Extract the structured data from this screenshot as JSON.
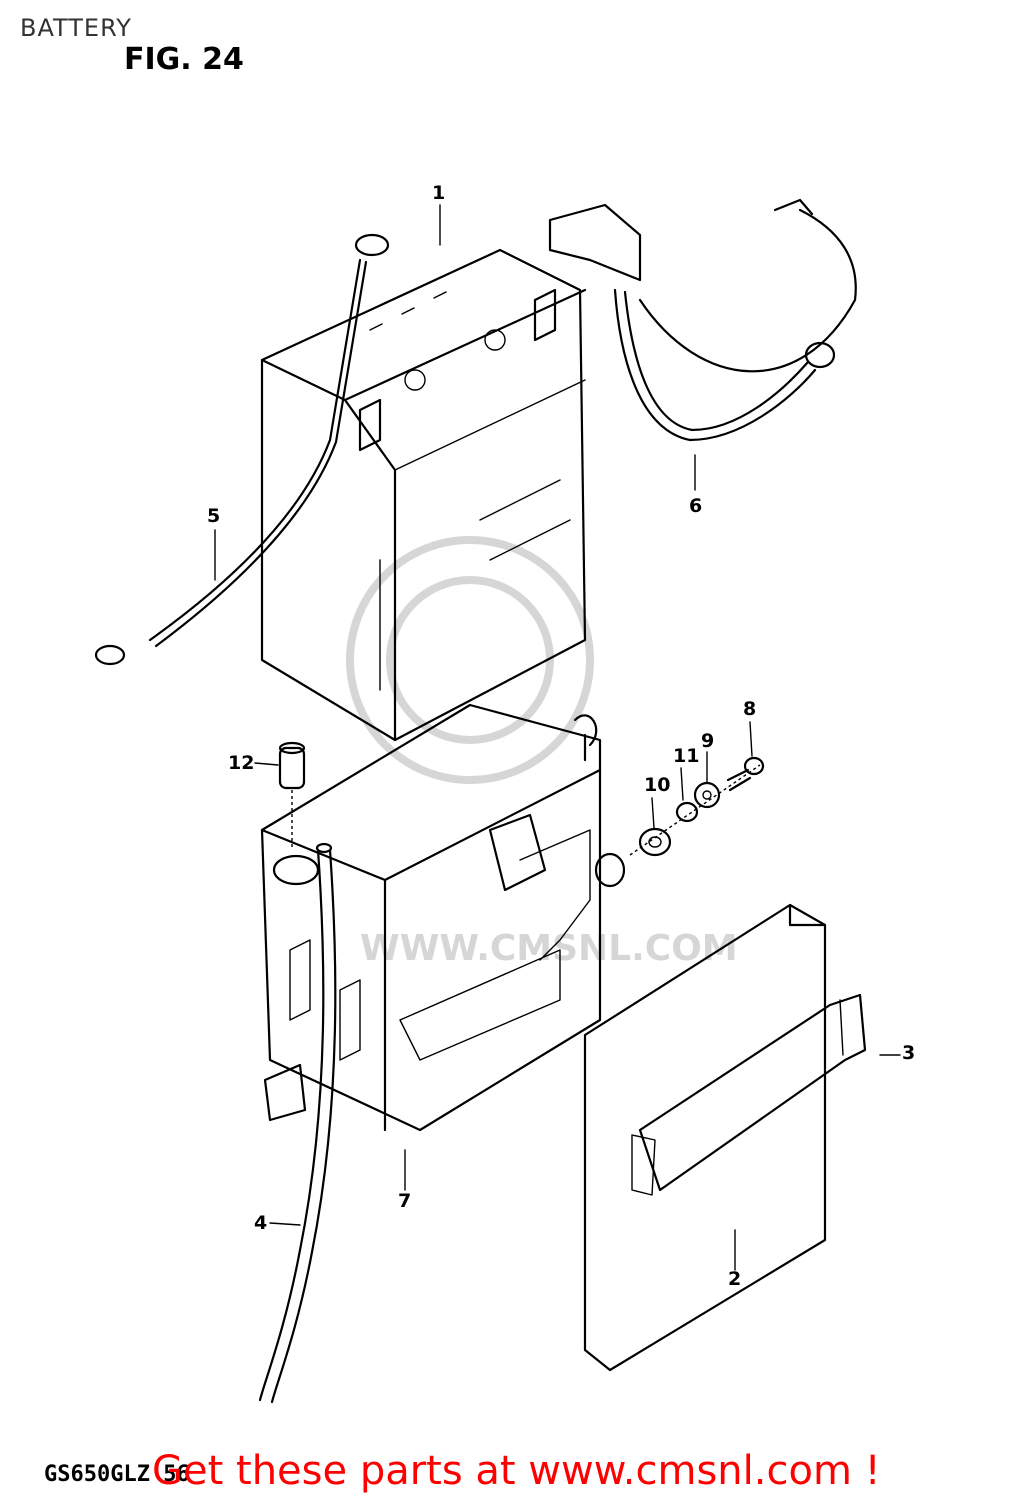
{
  "header": {
    "section_title": "BATTERY",
    "figure_title": "FIG. 24"
  },
  "footer": {
    "model_code": "GS650GLZ 56",
    "promo_text": "Get these parts at www.cmsnl.com !"
  },
  "watermark": {
    "text": "WWW.CMSNL.COM",
    "color": "#d6d6d6"
  },
  "part_labels": {
    "battery": "1",
    "strap": "3",
    "breather_hose": "4",
    "cable_5": "5",
    "cable_6": "6",
    "battery_case": "7",
    "bolt": "8",
    "washer": "9",
    "cushion": "10",
    "spacer": "11",
    "cap": "12",
    "cover": "2"
  },
  "colors": {
    "line": "#000000",
    "promo": "#ff0000"
  }
}
